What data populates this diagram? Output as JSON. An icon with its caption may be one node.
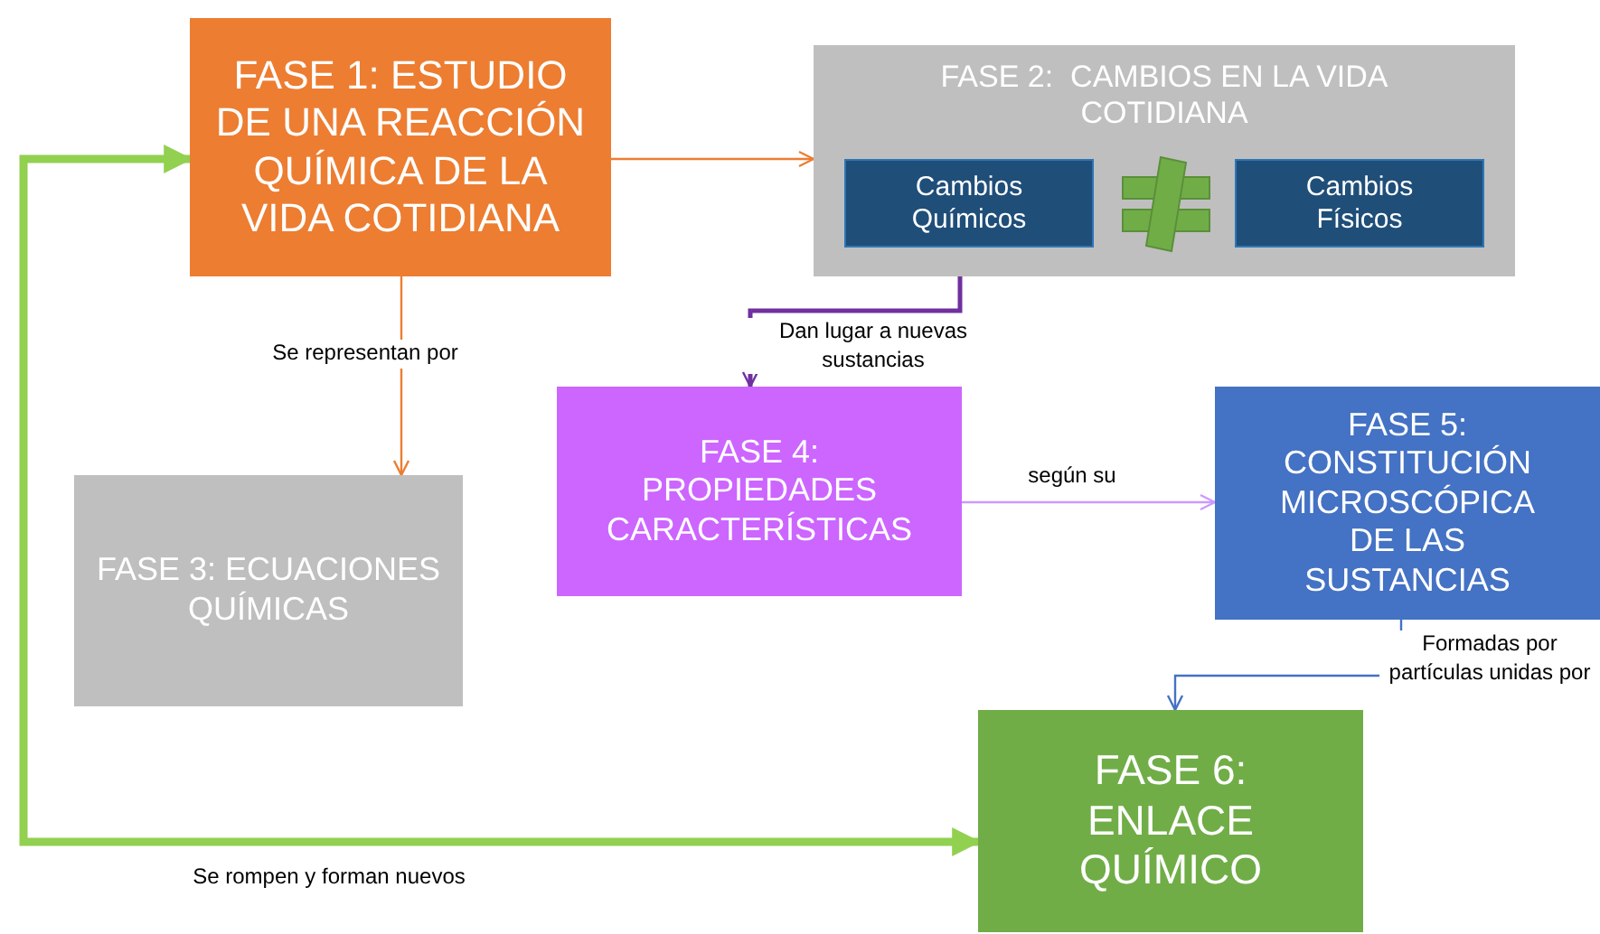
{
  "diagram": {
    "nodes": [
      {
        "text": [
          "FASE 1: ESTUDIO DE UNA REACCIÓN QUÍMICA DE LA VIDA COTIDIANA"
        ]
      },
      {
        "text": [
          "FASE 2:  CAMBIOS EN LA VIDA COTIDIANA"
        ]
      },
      {
        "text": [
          "Cambios Químicos"
        ],
        "in": 1
      },
      {
        "text": [
          "Cambios Físicos"
        ],
        "in": 1
      },
      {
        "text": [
          "FASE 3: ECUACIONES QUÍMICAS"
        ]
      },
      {
        "text": [
          "FASE 4: PROPIEDADES CARACTERÍSTICAS"
        ]
      },
      {
        "text": [
          "FASE 5: CONSTITUCIÓN MICROSCÓPICA DE LAS SUSTANCIAS"
        ]
      },
      {
        "text": [
          "FASE 6: ENLACE QUÍMICO"
        ]
      }
    ],
    "edges": [
      {
        "from": 0,
        "to": 1,
        "arrow": "to",
        "color": "#ed7d31"
      },
      {
        "from": 0,
        "to": 4,
        "arrow": "to",
        "label": "Se representan por",
        "color": "#ed7d31"
      },
      {
        "from": 2,
        "to": 5,
        "arrow": "to",
        "label": "Dan lugar a nuevas sustancias",
        "color": "#7030a0"
      },
      {
        "from": 5,
        "to": 6,
        "arrow": "to",
        "label": "según su",
        "color": "#cc99ff"
      },
      {
        "from": 6,
        "to": 7,
        "arrow": "to",
        "label": "Formadas por partículas unidas por",
        "color": "#4472c4"
      },
      {
        "from": 7,
        "to": 0,
        "arrow": "both",
        "label": "Se rompen y forman nuevos",
        "style": "thick",
        "color": "#92d050"
      }
    ]
  }
}
